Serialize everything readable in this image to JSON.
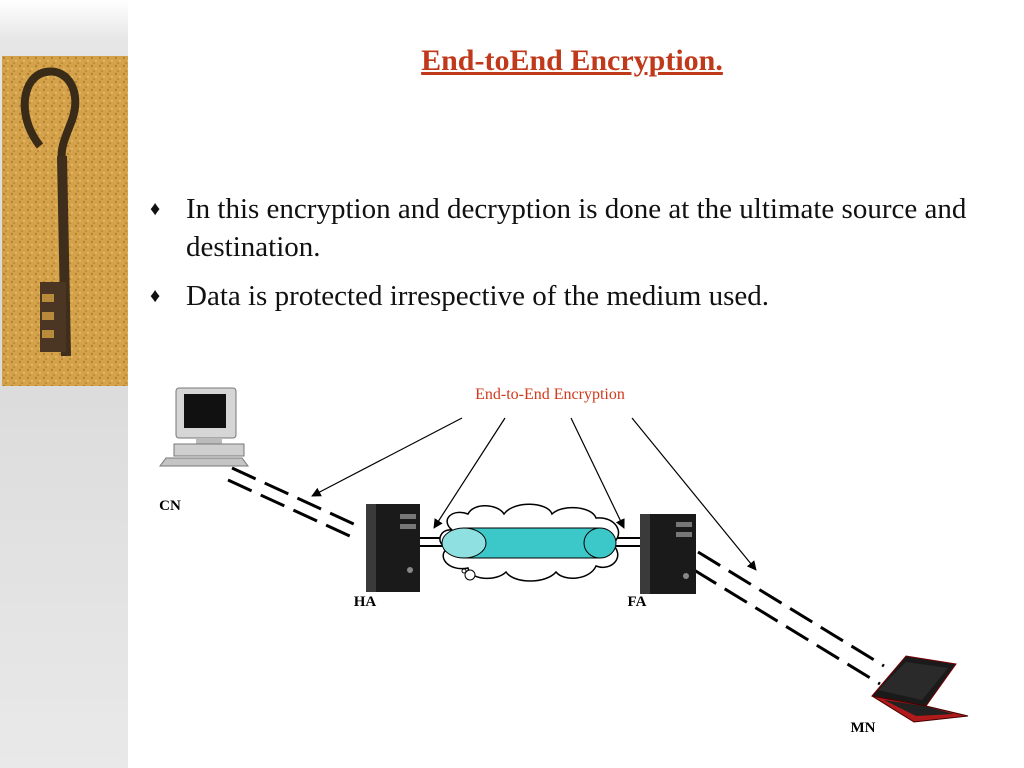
{
  "slide": {
    "title": "End-toEnd Encryption.",
    "bullets": [
      "In this encryption and decryption is done at the ultimate source and destination.",
      "Data is protected irrespective of the medium used."
    ]
  },
  "diagram": {
    "caption": "End-to-End Encryption",
    "nodes": {
      "cn": "CN",
      "ha": "HA",
      "fa": "FA",
      "mn": "MN"
    }
  },
  "colors": {
    "title": "#c0391b",
    "caption": "#d0391b",
    "tunnel": "#3cc8c8"
  }
}
